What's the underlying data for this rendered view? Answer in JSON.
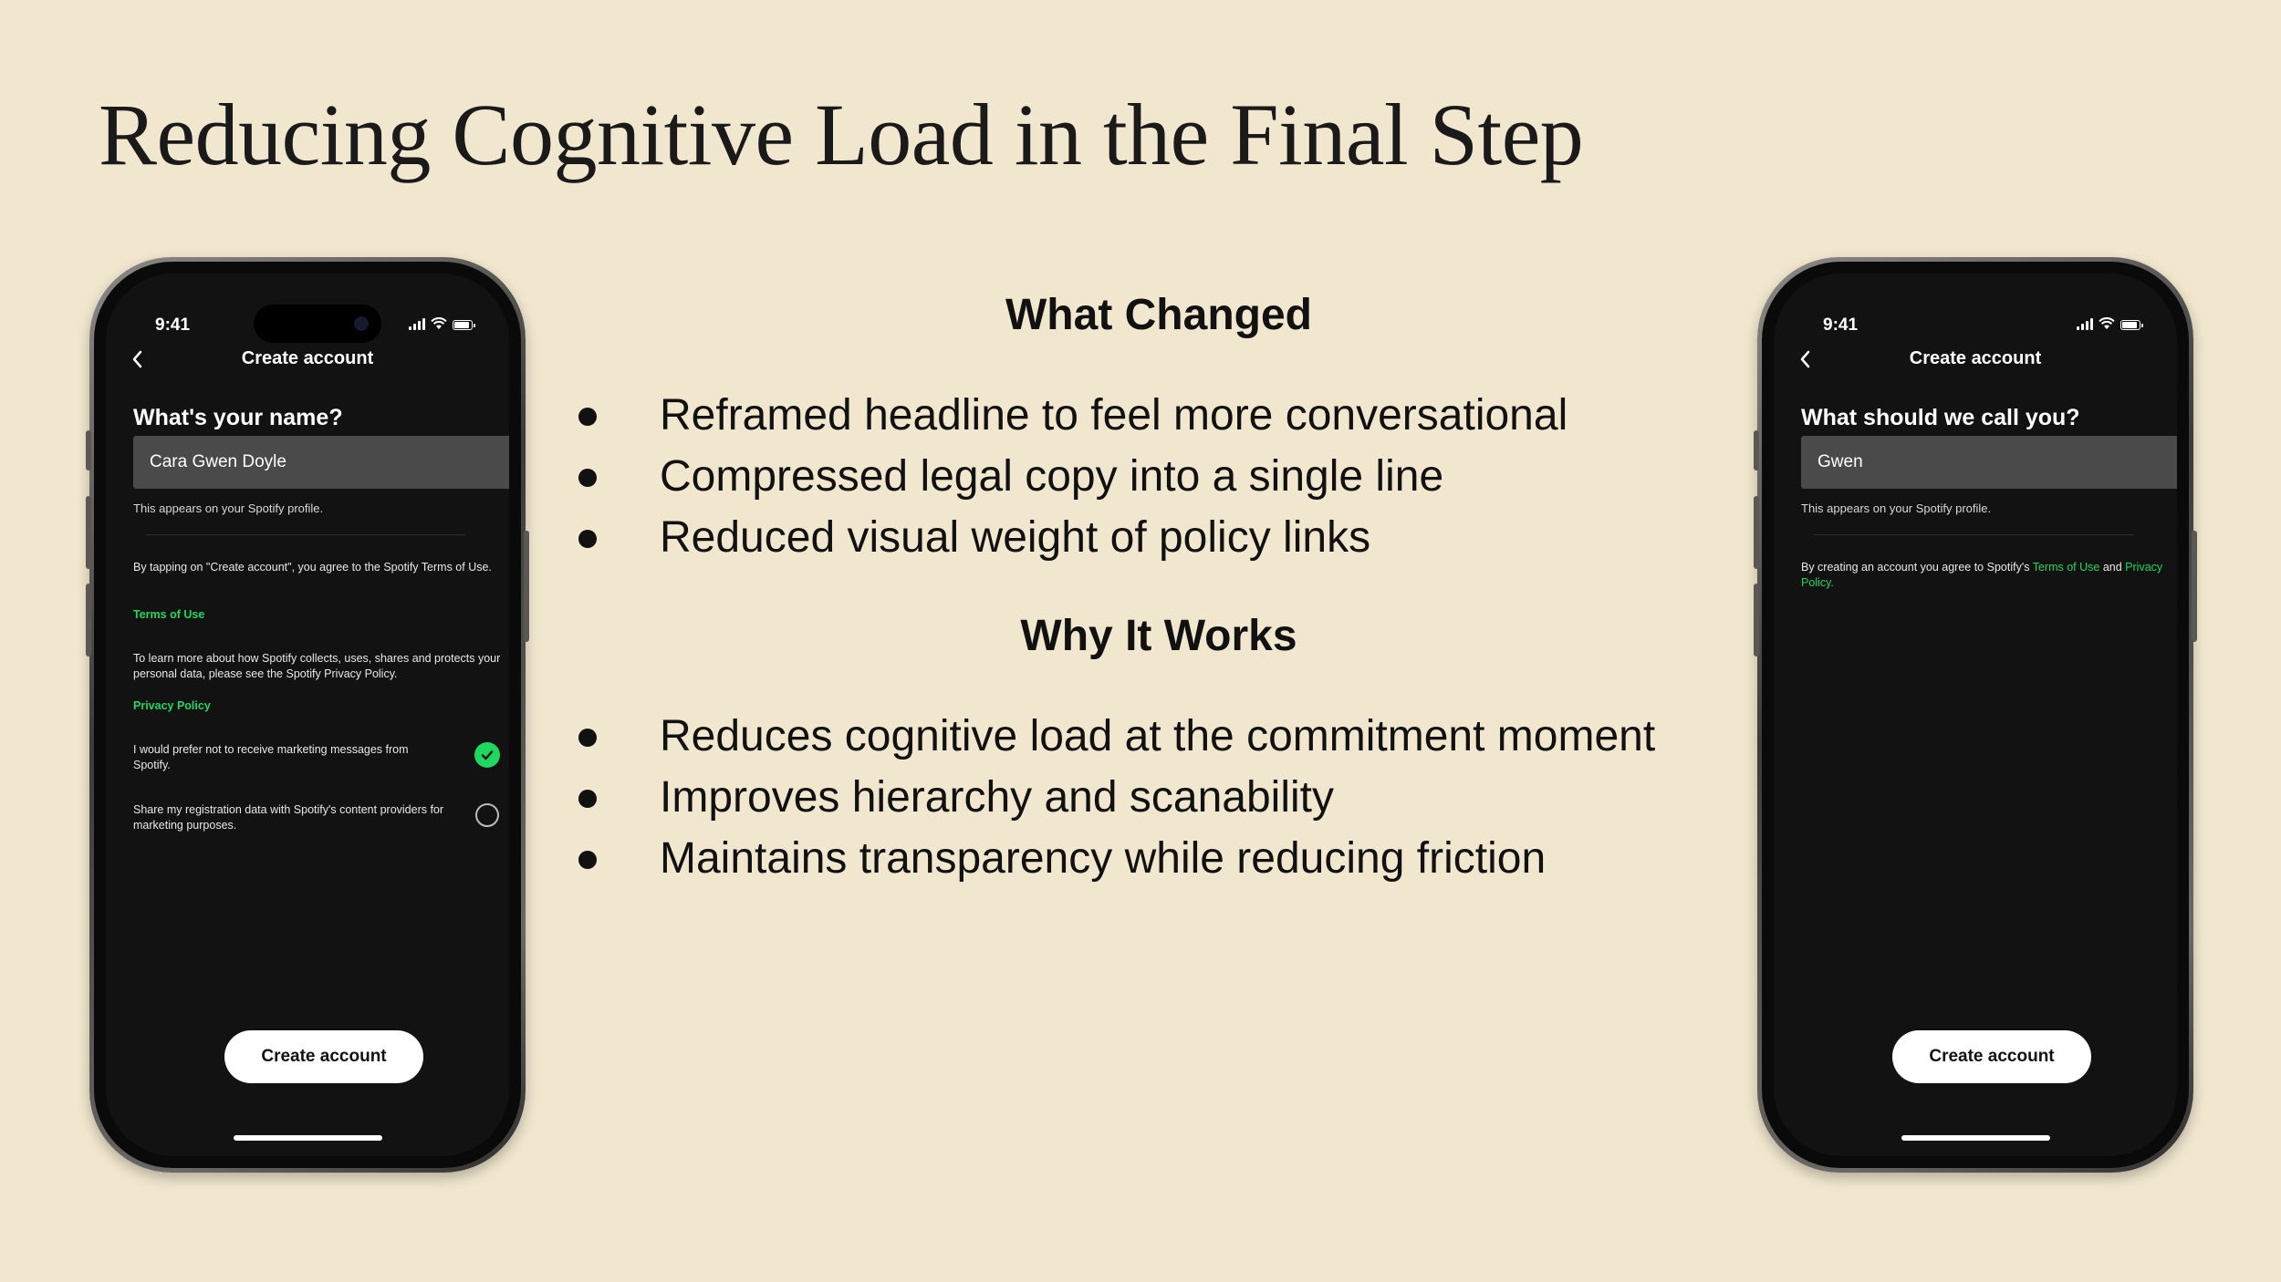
{
  "slide": {
    "title": "Reducing Cognitive Load in the Final Step"
  },
  "what_changed": {
    "heading": "What Changed",
    "bullets": [
      "Reframed headline to feel more conversational",
      "Compressed legal copy into a single line",
      "Reduced visual weight of policy links"
    ]
  },
  "why_it_works": {
    "heading": "Why It Works",
    "bullets": [
      "Reduces cognitive load at the commitment moment",
      "Improves hierarchy and scanability",
      "Maintains transparency while reducing friction"
    ]
  },
  "before_phone": {
    "time": "9:41",
    "nav_title": "Create account",
    "question": "What's your name?",
    "name_value": "Cara Gwen Doyle",
    "helper": "This appears on your Spotify profile.",
    "terms_text": "By tapping on \"Create account\", you agree to the Spotify Terms of Use.",
    "terms_link": "Terms of Use",
    "privacy_text": "To learn more about how Spotify collects, uses, shares and protects your personal data, please see the Spotify Privacy Policy.",
    "privacy_link": "Privacy Policy",
    "marketing_optout": "I would prefer not to receive marketing messages from Spotify.",
    "marketing_optout_checked": true,
    "share_data": "Share my registration data with Spotify's content providers for marketing purposes.",
    "share_data_checked": false,
    "cta": "Create account",
    "accent_color": "#1ed760"
  },
  "after_phone": {
    "time": "9:41",
    "nav_title": "Create account",
    "question": "What should we call you?",
    "name_value": "Gwen",
    "helper": "This appears on your Spotify profile.",
    "legal_prefix": "By creating an account you agree to Spotify's",
    "terms_link": "Terms of Use",
    "legal_and": "and",
    "privacy_link": "Privacy Policy.",
    "cta": "Create account",
    "accent_color": "#1ed760"
  }
}
